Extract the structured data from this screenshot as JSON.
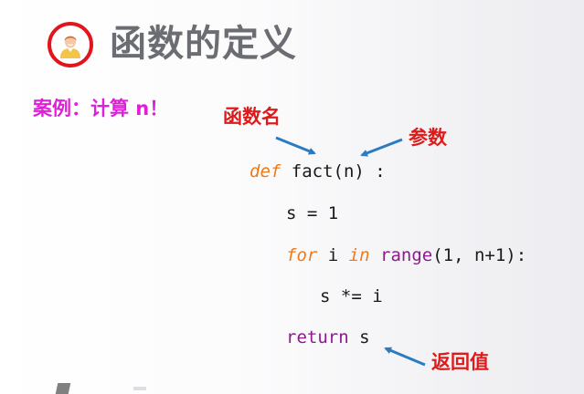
{
  "slide": {
    "title": "函数的定义",
    "icon": "user-avatar-icon",
    "example_label": "案例：计算 n！",
    "annotations": {
      "function_name": "函数名",
      "parameter": "参数",
      "return_value": "返回值"
    },
    "code": {
      "line1": {
        "kw": "def",
        "rest": " fact(n) :"
      },
      "line2": {
        "text": "s = 1"
      },
      "line3": {
        "kw1": "for",
        "mid1": " i ",
        "kw2": "in",
        "mid2": " ",
        "func": "range",
        "rest": "(1, n+1):"
      },
      "line4": {
        "text": "s *= i"
      },
      "line5": {
        "kw": "return",
        "rest": " s"
      }
    },
    "colors": {
      "title": "#6b6d72",
      "accent_ring": "#e3141b",
      "example": "#e020d8",
      "annotation": "#dd1b1b",
      "arrow": "#2b7bc0",
      "keyword_orange": "#f07a17",
      "keyword_purple": "#8c1a8c"
    }
  }
}
